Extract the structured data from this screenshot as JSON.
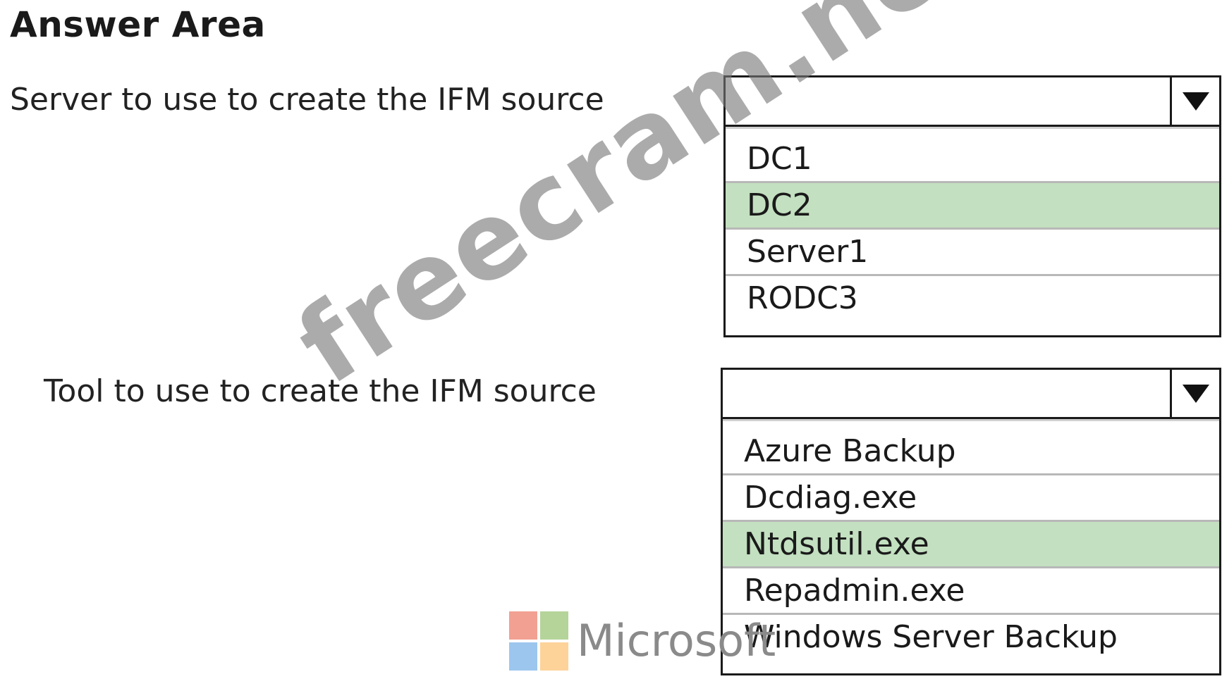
{
  "title": "Answer Area",
  "questions": [
    {
      "label": "Server to use to create the IFM source",
      "options": [
        "DC1",
        "DC2",
        "Server1",
        "RODC3"
      ],
      "selected_index": 1
    },
    {
      "label": "Tool to use to create the IFM source",
      "options": [
        "Azure Backup",
        "Dcdiag.exe",
        "Ntdsutil.exe",
        "Repadmin.exe",
        "Windows Server Backup"
      ],
      "selected_index": 2
    }
  ],
  "colors": {
    "selected_highlight": "#c3e0c0",
    "ms_red": "#f2a092",
    "ms_green": "#b5d49a",
    "ms_blue": "#9cc6ee",
    "ms_yellow": "#fdd39a"
  },
  "logo": {
    "word": "Microsoft"
  },
  "watermark": {
    "text": "freecram.net"
  }
}
